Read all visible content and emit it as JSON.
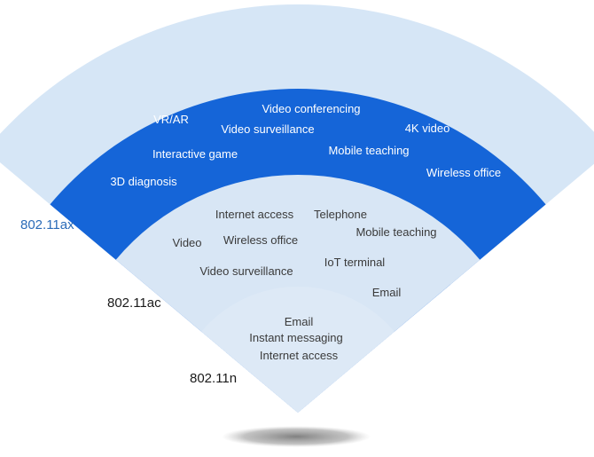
{
  "colors": {
    "outer_band": "#d6e6f6",
    "blue_band": "#1565d8",
    "middle_band": "#d8e6f5",
    "inner_band": "#dde9f6",
    "shadow": "#8a8a8a",
    "standard_ax": "#2a6bb8",
    "standard_other": "#1a1a1a"
  },
  "bands": [
    {
      "standard": "802.11ax",
      "items": [
        "VR/AR",
        "Video conferencing",
        "Video surveillance",
        "4K video",
        "Interactive game",
        "Mobile teaching",
        "Wireless office",
        "3D diagnosis"
      ]
    },
    {
      "standard": "802.11ac",
      "items": [
        "Internet access",
        "Telephone",
        "Mobile teaching",
        "Video",
        "Wireless office",
        "IoT terminal",
        "Video surveillance",
        "Email"
      ]
    },
    {
      "standard": "802.11n",
      "items": [
        "Email",
        "Instant messaging",
        "Internet access"
      ]
    }
  ]
}
